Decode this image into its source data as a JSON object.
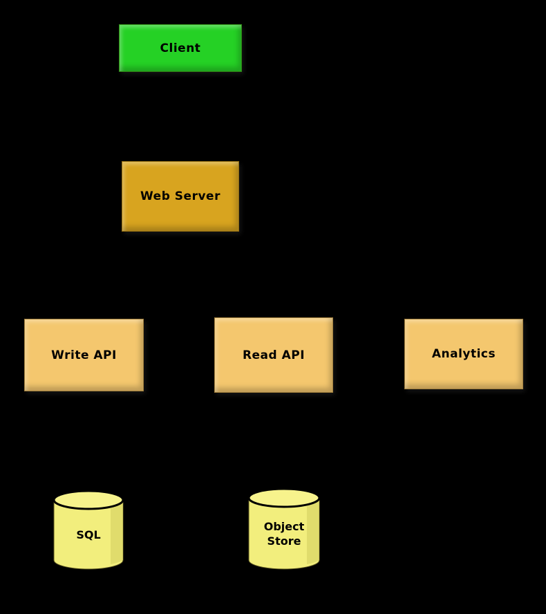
{
  "diagram": {
    "background_color": "#000000",
    "text_color": "#000000",
    "nodes": {
      "client": {
        "label": "Client",
        "shape": "box",
        "fill": "#25d125"
      },
      "web_server": {
        "label": "Web Server",
        "shape": "box",
        "fill": "#d8a41f"
      },
      "write_api": {
        "label": "Write API",
        "shape": "box",
        "fill": "#f4c76e"
      },
      "read_api": {
        "label": "Read API",
        "shape": "box",
        "fill": "#f4c76e"
      },
      "analytics": {
        "label": "Analytics",
        "shape": "box",
        "fill": "#f4c76e"
      },
      "sql": {
        "label": "SQL",
        "shape": "cylinder",
        "fill": "#f2ee7d"
      },
      "object_store": {
        "label": "Object Store",
        "shape": "cylinder",
        "fill": "#f2ee7d"
      }
    }
  }
}
